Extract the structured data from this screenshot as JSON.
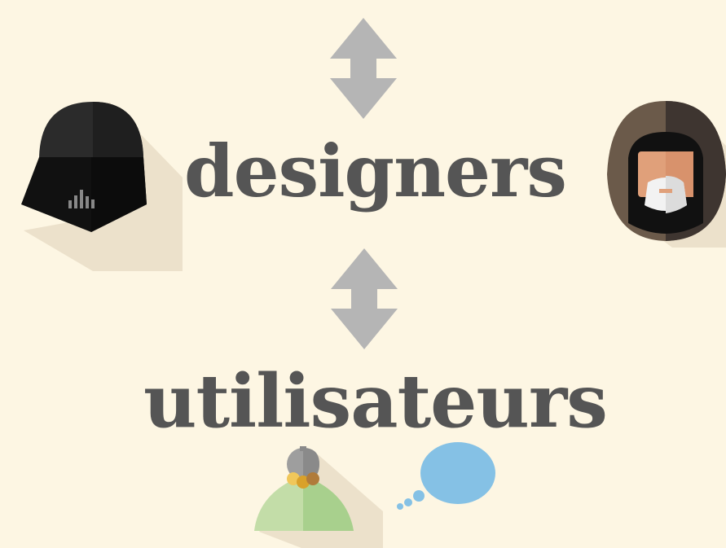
{
  "slide": {
    "top_word": "designers",
    "bottom_word": "utilisateurs"
  },
  "icons": {
    "arrow_top": "double-arrow-vertical",
    "arrow_bottom": "double-arrow-vertical",
    "left_character": "dark-helmet-icon",
    "right_character": "hooded-old-man-icon",
    "user_character": "cloaked-figure-icon",
    "speech_bubble": "thought-bubble-icon"
  },
  "colors": {
    "background": "#fdf6e3",
    "text": "#555555",
    "arrow": "#b5b5b5",
    "helmet": "#222222",
    "hood_brown": "#6b5a4a",
    "hood_dark": "#3e3530",
    "skin": "#e0a07a",
    "beard": "#f2f2f2",
    "cloak_green": "#a8d08d",
    "cloak_light": "#c3dda8",
    "bubble_blue": "#85c1e5"
  }
}
